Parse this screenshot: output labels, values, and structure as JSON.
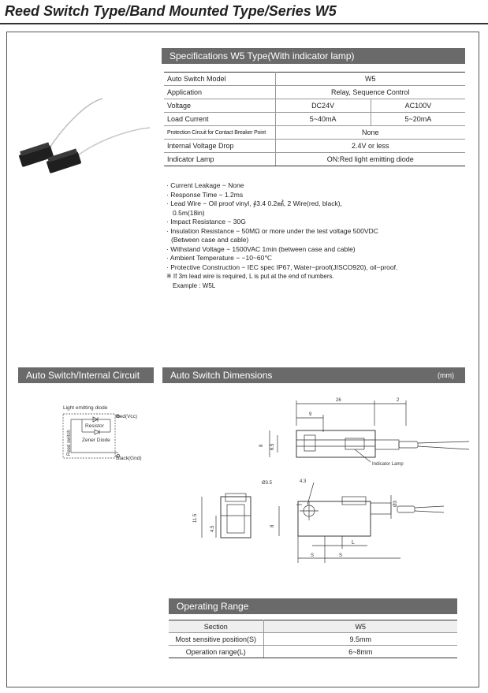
{
  "page": {
    "title": "Reed Switch Type/Band Mounted Type/Series W5"
  },
  "spec": {
    "header": "Specifications W5 Type(With indicator lamp)",
    "rows": [
      {
        "label": "Auto Switch Model",
        "value": "W5"
      },
      {
        "label": "Application",
        "value": "Relay, Sequence Control"
      },
      {
        "label": "Voltage",
        "dc": "DC24V",
        "ac": "AC100V"
      },
      {
        "label": "Load Current",
        "dc": "5~40mA",
        "ac": "5~20mA"
      },
      {
        "label": "Protection Circuit for Contact Breaker Point",
        "value": "None"
      },
      {
        "label": "Internal Voltage Drop",
        "value": "2.4V or less"
      },
      {
        "label": "Indicator Lamp",
        "value": "ON:Red light emitting diode"
      }
    ]
  },
  "notes": {
    "items": [
      "· Current Leakage − None",
      "· Response Time − 1.2ms",
      "· Lead Wire − Oil proof vinyl, ∮3.4 0.2㎟, 2 Wire(red, black),",
      "0.5m(18in)",
      "· Impact Resistance − 30G",
      "· Insulation Resistance − 50MΩ or more under the test voltage 500VDC",
      "(Between case and cable)",
      "· Withstand Voltage − 1500VAC 1min (between case and cable)",
      "· Ambient Temperature − −10~60℃",
      "· Protective Construction − IEC spec IP67, Water−proof(JISCO920), oil−proof.",
      "※ If 3m lead wire is required, L is put at the end of numbers.",
      "Example : W5L"
    ]
  },
  "circuit": {
    "header": "Auto Switch/Internal Circuit",
    "led_label": "Light emitting diode",
    "reed_label": "Reed switch",
    "resistor_label": "Resistor",
    "zener_label": "Zener Diode",
    "vcc_label": "Red(Vcc)",
    "gnd_label": "Black(Gnd)"
  },
  "dimensions": {
    "header": "Auto Switch Dimensions",
    "unit": "(mm)",
    "dim_26": "26",
    "dim_2": "2",
    "dim_9": "9",
    "dim_8_top": "8",
    "dim_6_5": "6.5",
    "indicator_label": "Indicator Lamp",
    "dim_dia_3_5": "Ø3.5",
    "dim_4_3": "4.3",
    "dim_11_5": "11.5",
    "dim_4_5": "4.5",
    "dim_8_side": "8",
    "dim_dia_3": "Ø3",
    "dim_L": "L",
    "dim_S1": "S",
    "dim_S2": "S"
  },
  "range": {
    "header": "Operating Range",
    "col_section": "Section",
    "col_model": "W5",
    "rows": [
      {
        "label": "Most sensitive position(S)",
        "value": "9.5mm"
      },
      {
        "label": "Operation range(L)",
        "value": "6~8mm"
      }
    ]
  }
}
